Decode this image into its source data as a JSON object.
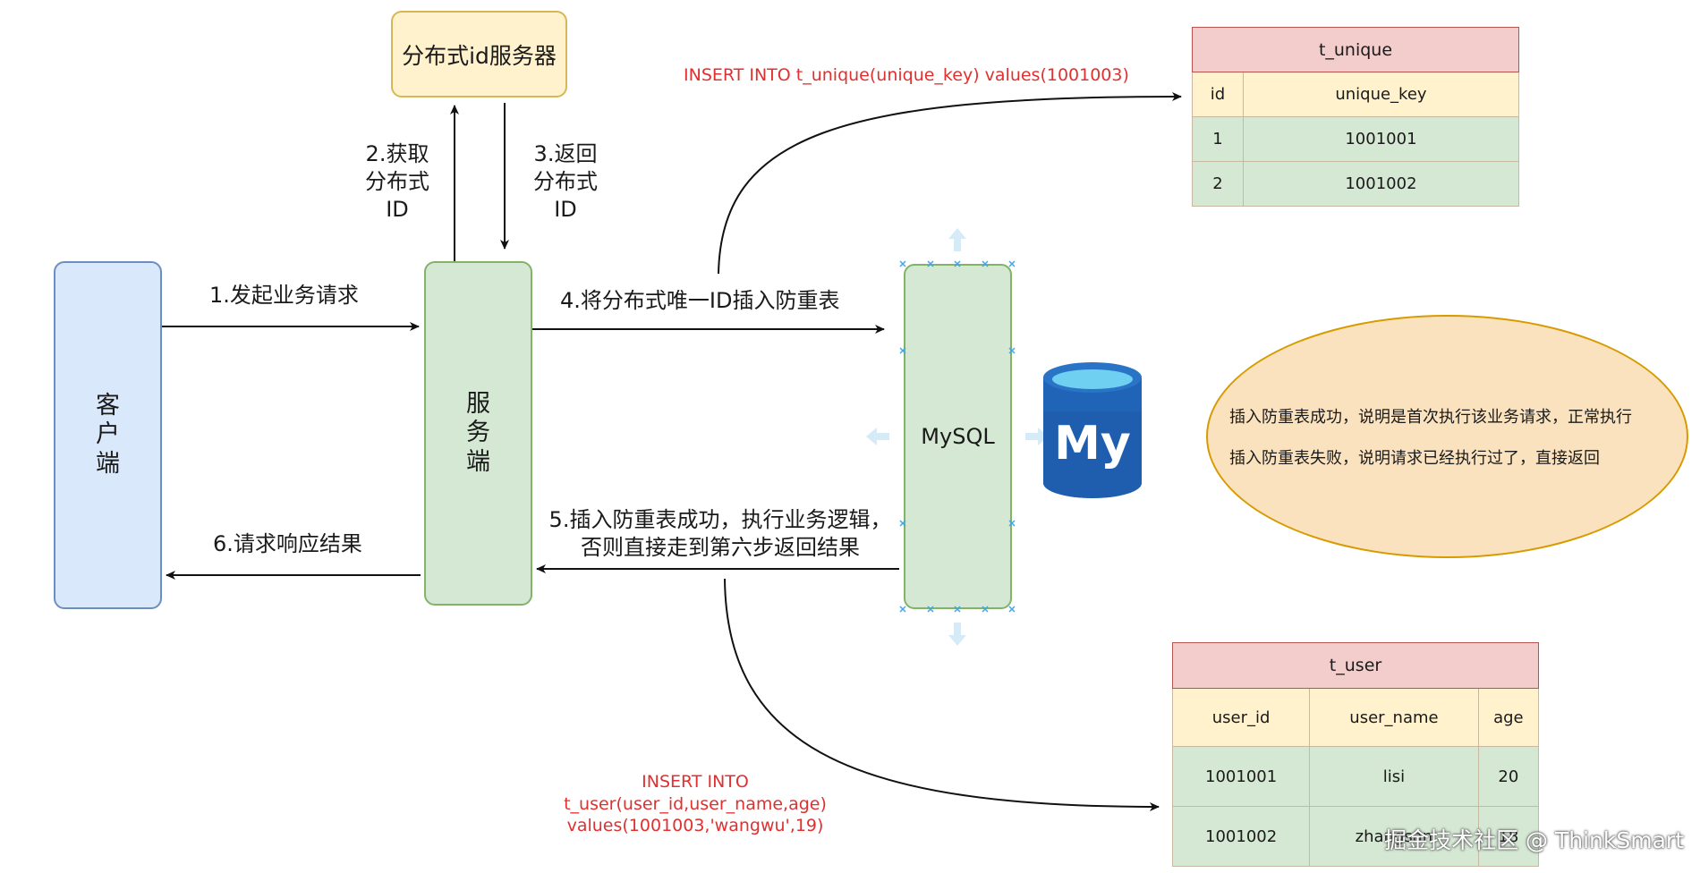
{
  "nodes": {
    "client": "客\n户\n端",
    "server": "服\n务\n端",
    "id_server": "分布式id服务器",
    "mysql": "MySQL",
    "mysql_logo_text": "My"
  },
  "edges": {
    "e1": "1.发起业务请求",
    "e2": "2.获取\n分布式\nID",
    "e3": "3.返回\n分布式\nID",
    "e4": "4.将分布式唯一ID插入防重表",
    "e5": "5.插入防重表成功，执行业务逻辑，\n否则直接走到第六步返回结果",
    "e6": "6.请求响应结果"
  },
  "sql": {
    "insert_unique": "INSERT INTO t_unique(unique_key) values(1001003)",
    "insert_user": "INSERT INTO t_user(user_id,user_name,age)\nvalues(1001003,'wangwu',19)"
  },
  "t_unique": {
    "title": "t_unique",
    "headers": [
      "id",
      "unique_key"
    ],
    "rows": [
      [
        "1",
        "1001001"
      ],
      [
        "2",
        "1001002"
      ]
    ]
  },
  "t_user": {
    "title": "t_user",
    "headers": [
      "user_id",
      "user_name",
      "age"
    ],
    "rows": [
      [
        "1001001",
        "lisi",
        "20"
      ],
      [
        "1001002",
        "zhangsan",
        "18"
      ]
    ]
  },
  "note": {
    "line1": "插入防重表成功，说明是首次执行该业务请求，正常执行",
    "line2": "插入防重表失败，说明请求已经执行过了，直接返回"
  },
  "watermark": "掘金技术社区 @ ThinkSmart",
  "colors": {
    "client_fill": "#dae8fc",
    "client_stroke": "#6c8ebf",
    "server_fill": "#d5e8d4",
    "server_stroke": "#82b366",
    "idserver_fill": "#fff2cc",
    "idserver_stroke": "#d6b656",
    "sql_red": "#e03030"
  }
}
